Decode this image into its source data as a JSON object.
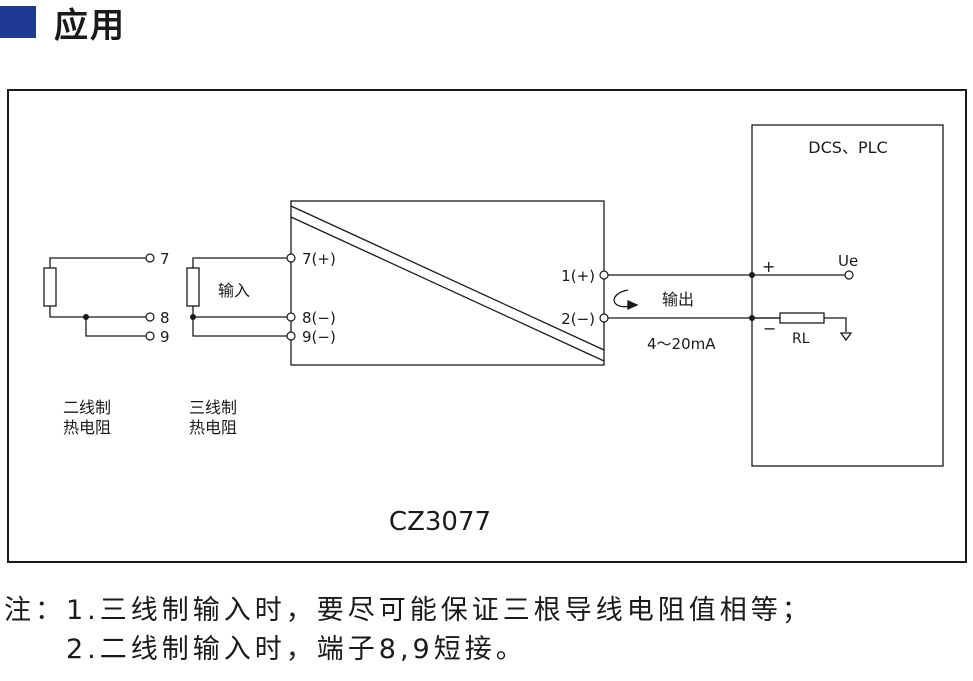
{
  "heading": {
    "title": "应用"
  },
  "diagram": {
    "model": "CZ3077",
    "dcs_label": "DCS、PLC",
    "input_label": "输入",
    "output_label": "输出",
    "current_range": "4～20mA",
    "plus_sign": "+",
    "minus_sign": "−",
    "ue_label": "Ue",
    "rl_label": "RL",
    "two_wire": {
      "terminals": [
        "7",
        "8",
        "9"
      ],
      "label_line1": "二线制",
      "label_line2": "热电阻"
    },
    "three_wire": {
      "label_line1": "三线制",
      "label_line2": "热电阻"
    },
    "module_inputs": [
      "7(+)",
      "8(−)",
      "9(−)"
    ],
    "module_outputs": [
      "1(+)",
      "2(−)"
    ]
  },
  "notes": {
    "line1": "注：1.三线制输入时，要尽可能保证三根导线电阻值相等；",
    "line2": "2.二线制输入时，端子8,9短接。"
  },
  "colors": {
    "accent": "#1f3a93",
    "line": "#1a1a1a"
  }
}
